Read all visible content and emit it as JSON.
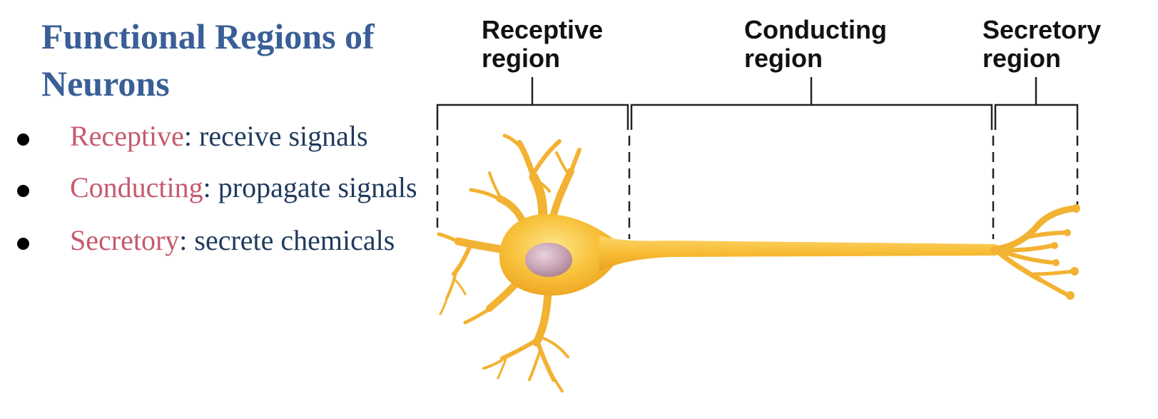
{
  "slide": {
    "title": "Functional Regions of Neurons",
    "bullets": [
      {
        "term": "Receptive",
        "description": ": receive signals"
      },
      {
        "term": "Conducting",
        "description": ": propagate signals"
      },
      {
        "term": "Secretory",
        "description": ": secrete chemicals"
      }
    ]
  },
  "diagram": {
    "regions": [
      {
        "line1": "Receptive",
        "line2": "region"
      },
      {
        "line1": "Conducting",
        "line2": "region"
      },
      {
        "line1": "Secretory",
        "line2": "region"
      }
    ]
  },
  "colors": {
    "title": "#3a5f96",
    "term": "#c55a6e",
    "body_text": "#1f3a5c",
    "neuron_fill": "#f5b830",
    "neuron_highlight": "#fdd96b",
    "nucleus": "#b98ea0"
  }
}
